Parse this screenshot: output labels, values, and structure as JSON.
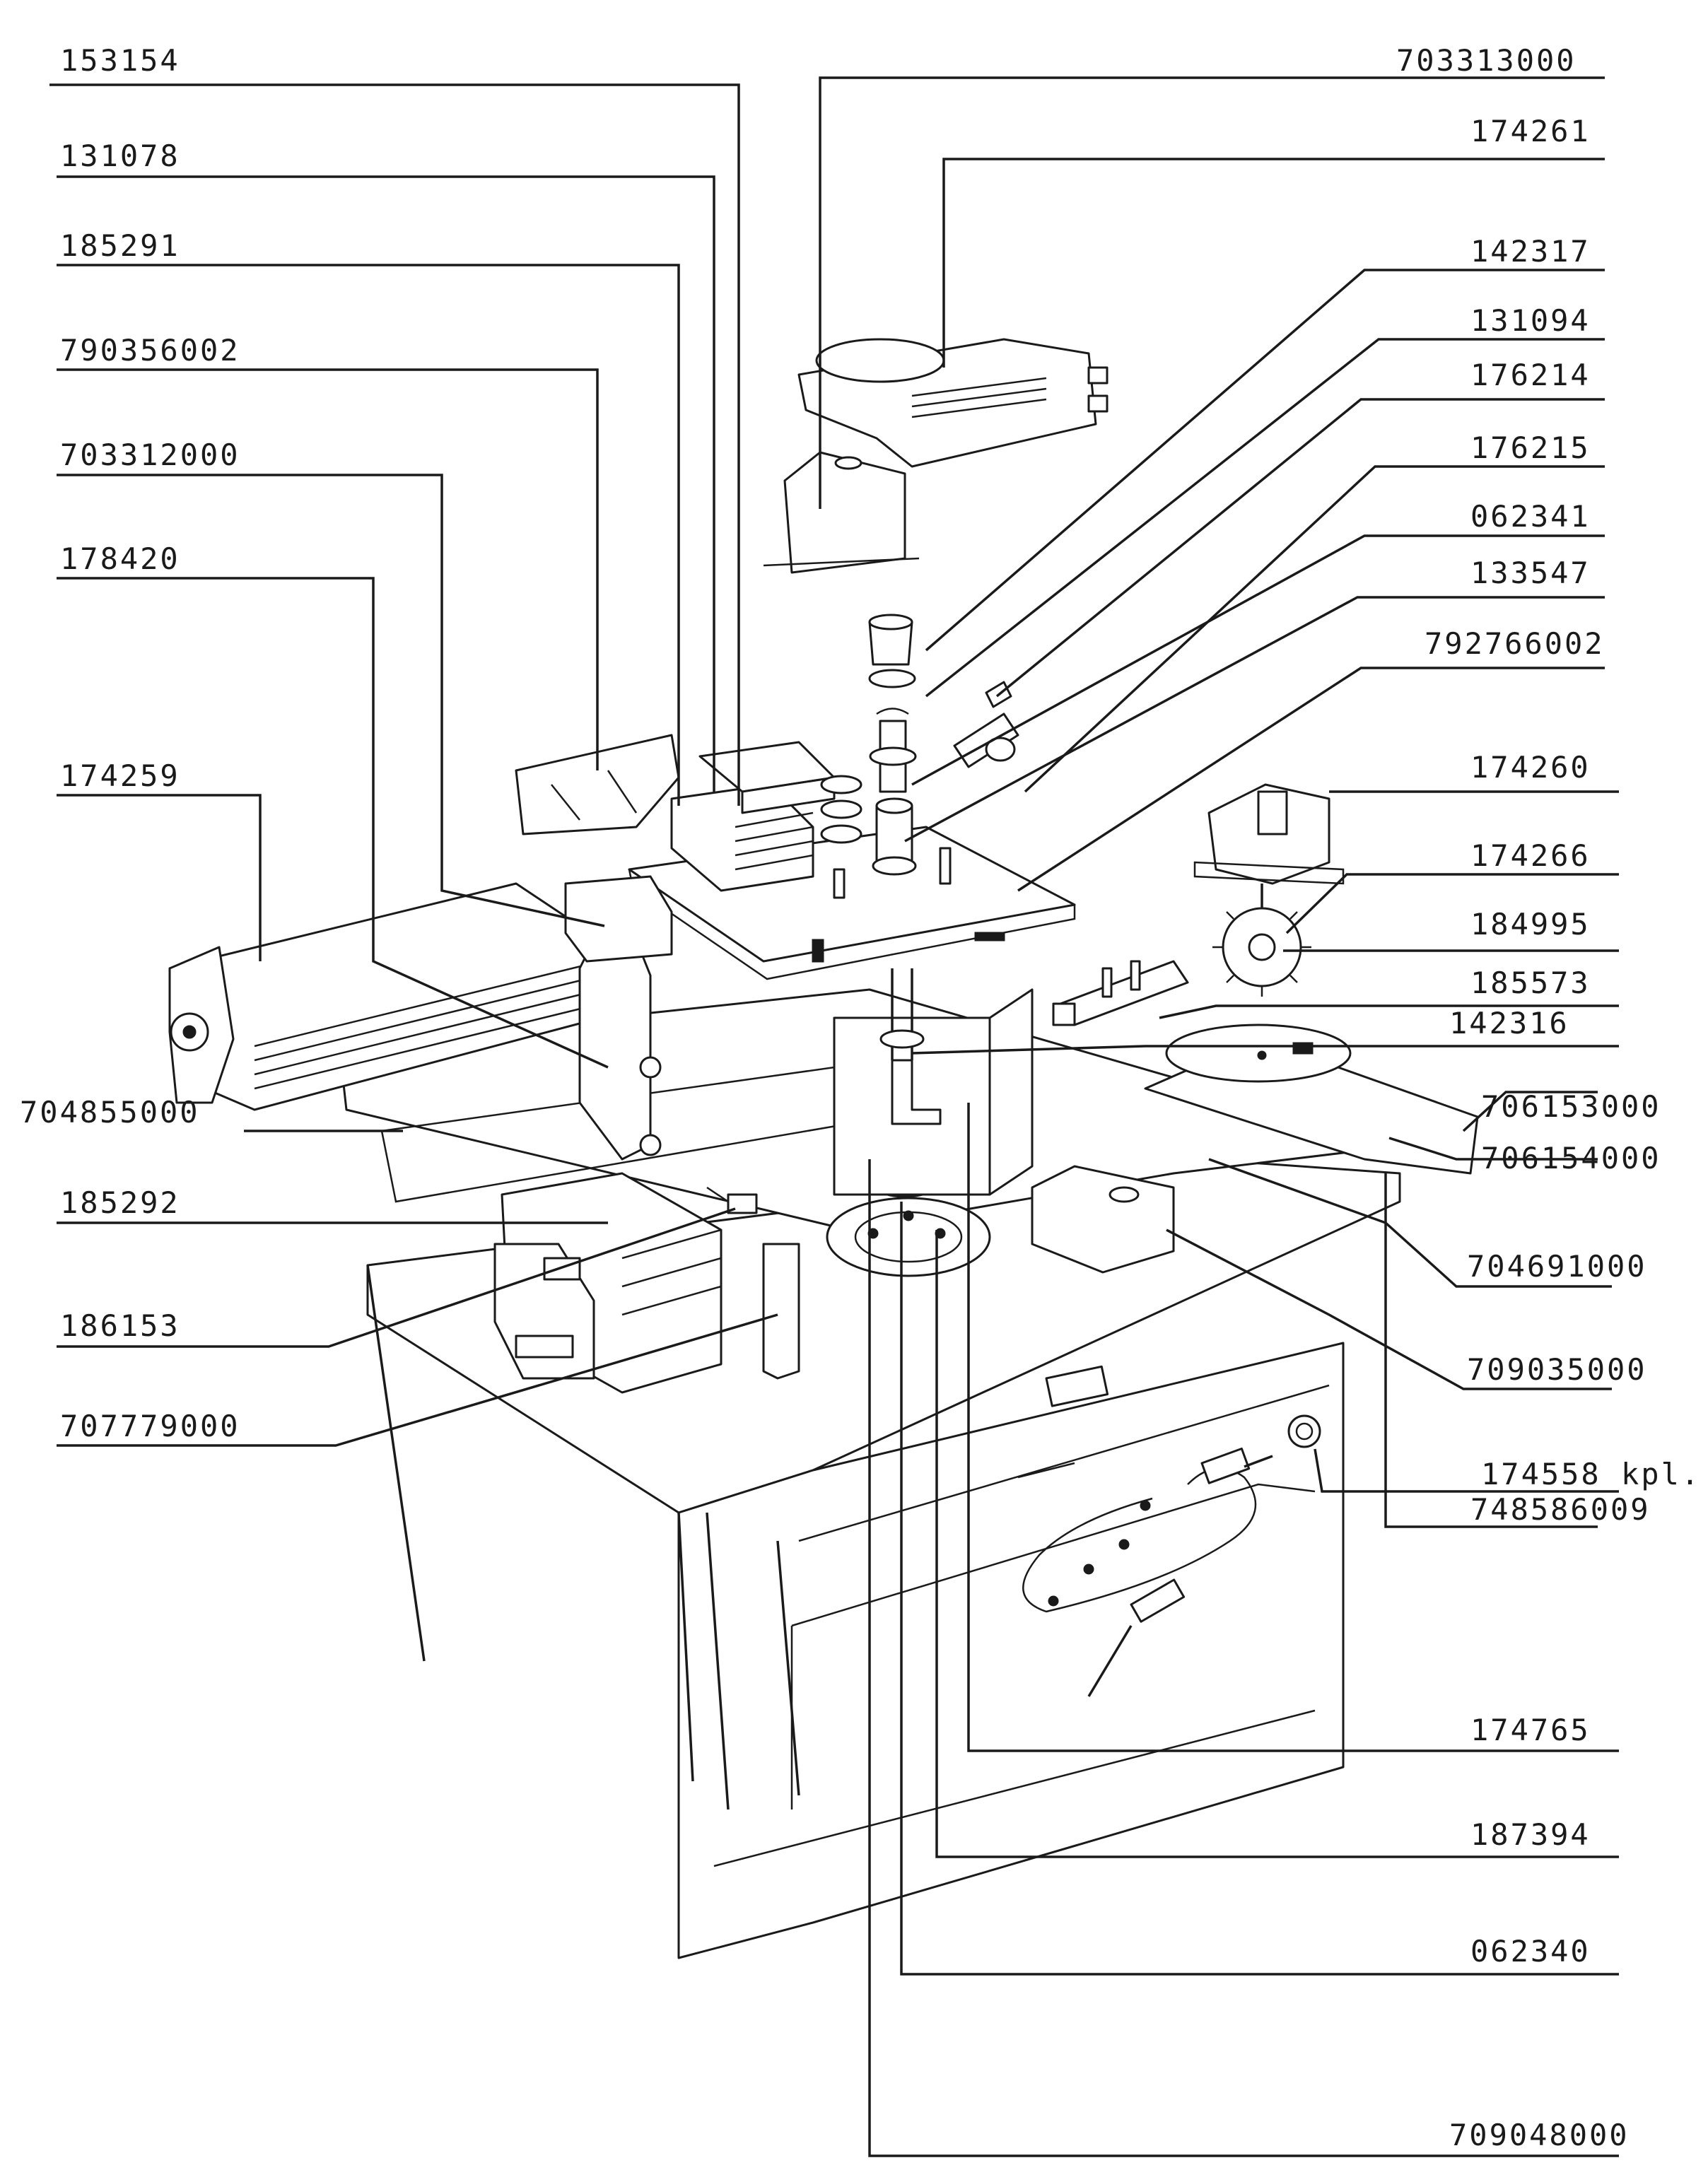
{
  "labels": {
    "p153154": "153154",
    "p703313000": "703313000",
    "p131078": "131078",
    "p174261": "174261",
    "p185291": "185291",
    "p142317": "142317",
    "p790356002": "790356002",
    "p131094": "131094",
    "p176214": "176214",
    "p703312000": "703312000",
    "p176215": "176215",
    "p062341": "062341",
    "p178420": "178420",
    "p133547": "133547",
    "p792766002": "792766002",
    "p174259": "174259",
    "p174260": "174260",
    "p174266": "174266",
    "p184995": "184995",
    "p185573": "185573",
    "p142316": "142316",
    "p704855000": "704855000",
    "p706153000": "706153000",
    "p706154000": "706154000",
    "p185292": "185292",
    "p704691000": "704691000",
    "p186153": "186153",
    "p709035000": "709035000",
    "p707779000": "707779000",
    "p174558": "174558 kpl.",
    "p748586009": "748586009",
    "p174765": "174765",
    "p187394": "187394",
    "p062340": "062340",
    "p709048000": "709048000"
  }
}
